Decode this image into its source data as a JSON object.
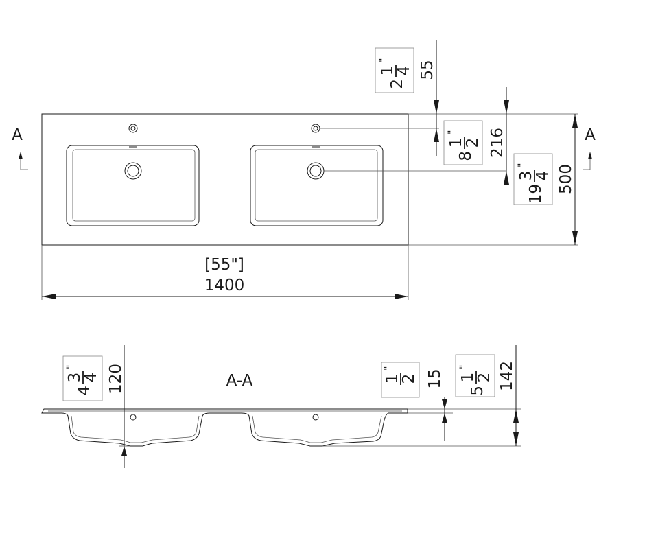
{
  "section_marker_letter": "A",
  "section_title": "A-A",
  "top_view": {
    "width": {
      "mm": "1400",
      "inch": "[55\"]"
    },
    "depth": {
      "mm": "500",
      "whole": "19",
      "num": "3",
      "den": "4",
      "quote": "\""
    },
    "tap_offset": {
      "mm": "216",
      "whole": "8",
      "num": "1",
      "den": "2",
      "quote": "\""
    },
    "edge_offset": {
      "mm": "55",
      "whole": "2",
      "num": "1",
      "den": "4",
      "quote": "\""
    }
  },
  "section_view": {
    "basin_depth": {
      "mm": "120",
      "whole": "4",
      "num": "3",
      "den": "4",
      "quote": "\""
    },
    "slab_thickness": {
      "mm": "15",
      "whole": "",
      "num": "1",
      "den": "2",
      "quote": "\""
    },
    "overall_height": {
      "mm": "142",
      "whole": "5",
      "num": "1",
      "den": "2",
      "quote": "\""
    }
  },
  "colors": {
    "line": "#1a1a1a",
    "bracket": "#888888"
  }
}
